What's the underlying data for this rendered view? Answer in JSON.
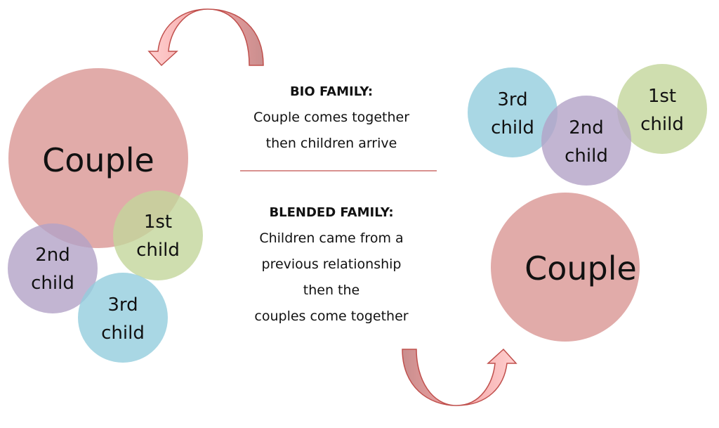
{
  "left_cluster": {
    "couple": "Couple",
    "first_child": [
      "1st",
      "child"
    ],
    "second_child": [
      "2nd",
      "child"
    ],
    "third_child": [
      "3rd",
      "child"
    ]
  },
  "right_cluster": {
    "couple": "Couple",
    "first_child": [
      "1st",
      "child"
    ],
    "second_child": [
      "2nd",
      "child"
    ],
    "third_child": [
      "3rd",
      "child"
    ]
  },
  "bio": {
    "heading": "BIO FAMILY:",
    "lines": [
      "Couple comes together",
      "then children arrive"
    ]
  },
  "blended": {
    "heading": "BLENDED FAMILY:",
    "lines": [
      "Children came from a",
      "previous relationship",
      "then the",
      "couples come together"
    ]
  },
  "colors": {
    "couple": "#d99694",
    "first_child": "#c3d69b",
    "second_child": "#b3a2c7",
    "third_child": "#93cddd",
    "arrow": "#c0504d"
  }
}
